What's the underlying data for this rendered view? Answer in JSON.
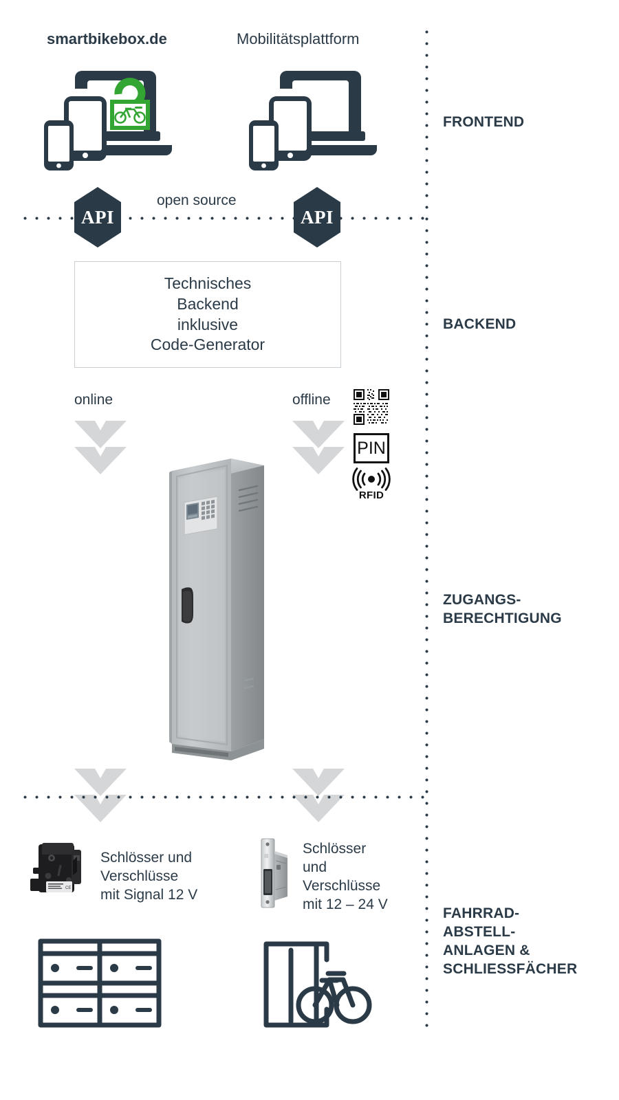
{
  "meta": {
    "colors": {
      "dark": "#2b3a47",
      "green": "#33a532",
      "chevron": "#d4d6d8",
      "box_border": "#c9ced3",
      "black": "#111111",
      "cabinet_light": "#c3c7c9",
      "cabinet_dark": "#8d9295"
    }
  },
  "frontend": {
    "columns": [
      {
        "title": "smartbikebox.de",
        "bold": true,
        "icon": "devices-with-bike-lock-icon"
      },
      {
        "title": "Mobilitätsplattform",
        "bold": false,
        "icon": "devices-icon"
      }
    ],
    "api_left": {
      "label": "API",
      "icon": "hexagon-api-icon"
    },
    "api_right": {
      "label": "API",
      "icon": "hexagon-api-icon"
    },
    "open_source_label": "open source"
  },
  "backend": {
    "box_text": "Technisches\nBackend\ninklusive\nCode-Generator"
  },
  "access": {
    "online_label": "online",
    "offline_label": "offline",
    "qr_icon": "qr-code-icon",
    "pin_label": "PIN",
    "rfid_label": "RFID",
    "rfid_icon": "rfid-wave-icon",
    "cabinet_icon": "bike-box-cabinet-image"
  },
  "locks": [
    {
      "icon": "electric-lock-black-icon",
      "text": "Schlösser und\nVerschlüsse\nmit Signal 12 V"
    },
    {
      "icon": "mortise-lock-silver-icon",
      "text": "Schlösser\nund\nVerschlüsse\nmit 12 – 24 V"
    }
  ],
  "facilities": [
    {
      "icon": "locker-bank-icon"
    },
    {
      "icon": "bike-shelter-icon"
    }
  ],
  "stage_labels": [
    {
      "name": "frontend",
      "text": "FRONTEND"
    },
    {
      "name": "backend",
      "text": "BACKEND"
    },
    {
      "name": "zugangsberechtigung",
      "text": "ZUGANGS-\nBERECHTIGUNG"
    },
    {
      "name": "fahrradabstellanlagen",
      "text": "FAHRRAD-\nABSTELL-\nANLAGEN &\nSCHLIESSFÄCHER"
    }
  ]
}
